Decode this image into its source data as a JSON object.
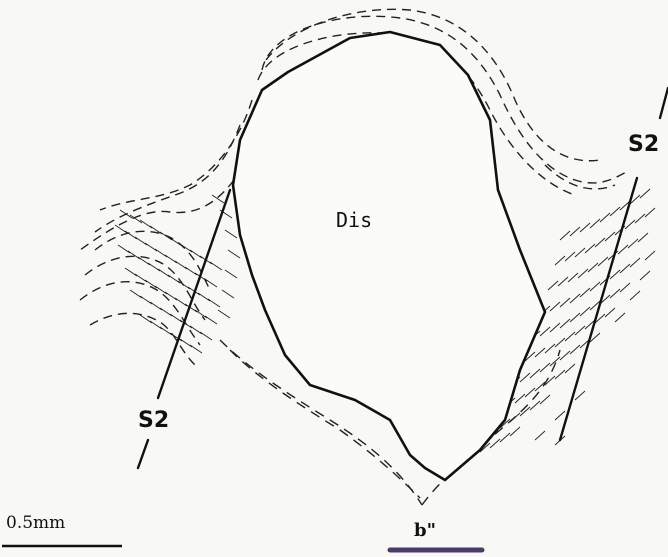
{
  "labels": {
    "grain": "Dis",
    "cleavage_left": "S2",
    "cleavage_right": "S2",
    "scale": "0.5mm",
    "view": "b\""
  },
  "colors": {
    "ink": "#111111",
    "paper": "#f8f8f4",
    "marker_bar": "#4b3b6b"
  }
}
